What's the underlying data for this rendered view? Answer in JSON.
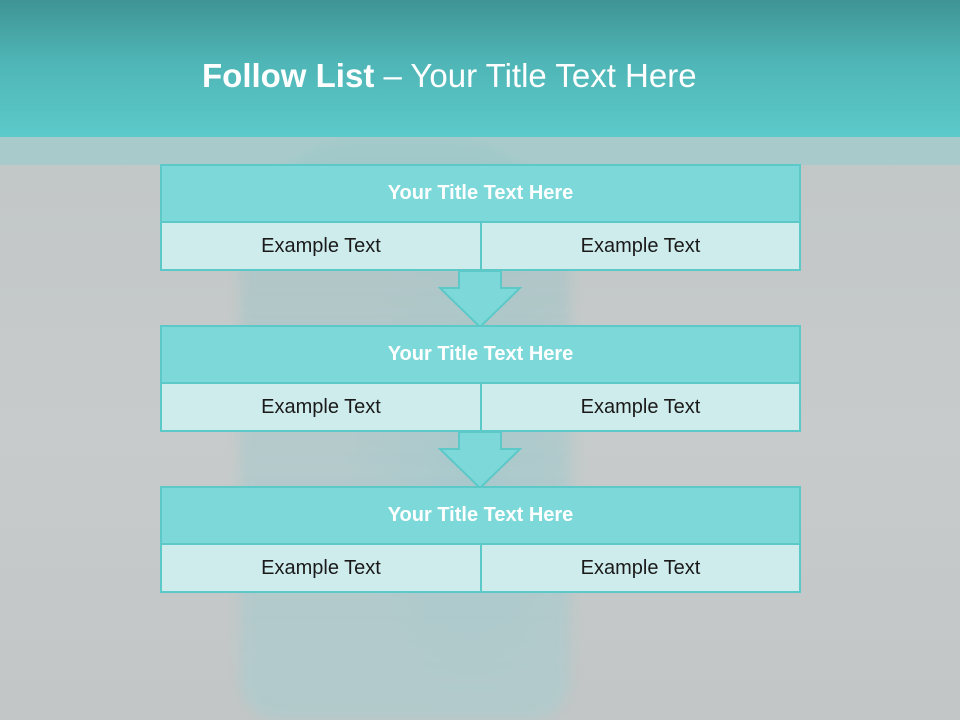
{
  "slide": {
    "title_bold": "Follow List",
    "title_rest": " – Your Title Text Here"
  },
  "steps": [
    {
      "title": "Your Title Text Here",
      "left": "Example Text",
      "right": "Example Text"
    },
    {
      "title": "Your Title Text Here",
      "left": "Example Text",
      "right": "Example Text"
    },
    {
      "title": "Your Title Text Here",
      "left": "Example Text",
      "right": "Example Text"
    }
  ],
  "colors": {
    "accent": "#5cc8c8",
    "title_fill": "#7dd9d9",
    "cell_fill": "#cfeced",
    "header": "#4fb5b6"
  }
}
